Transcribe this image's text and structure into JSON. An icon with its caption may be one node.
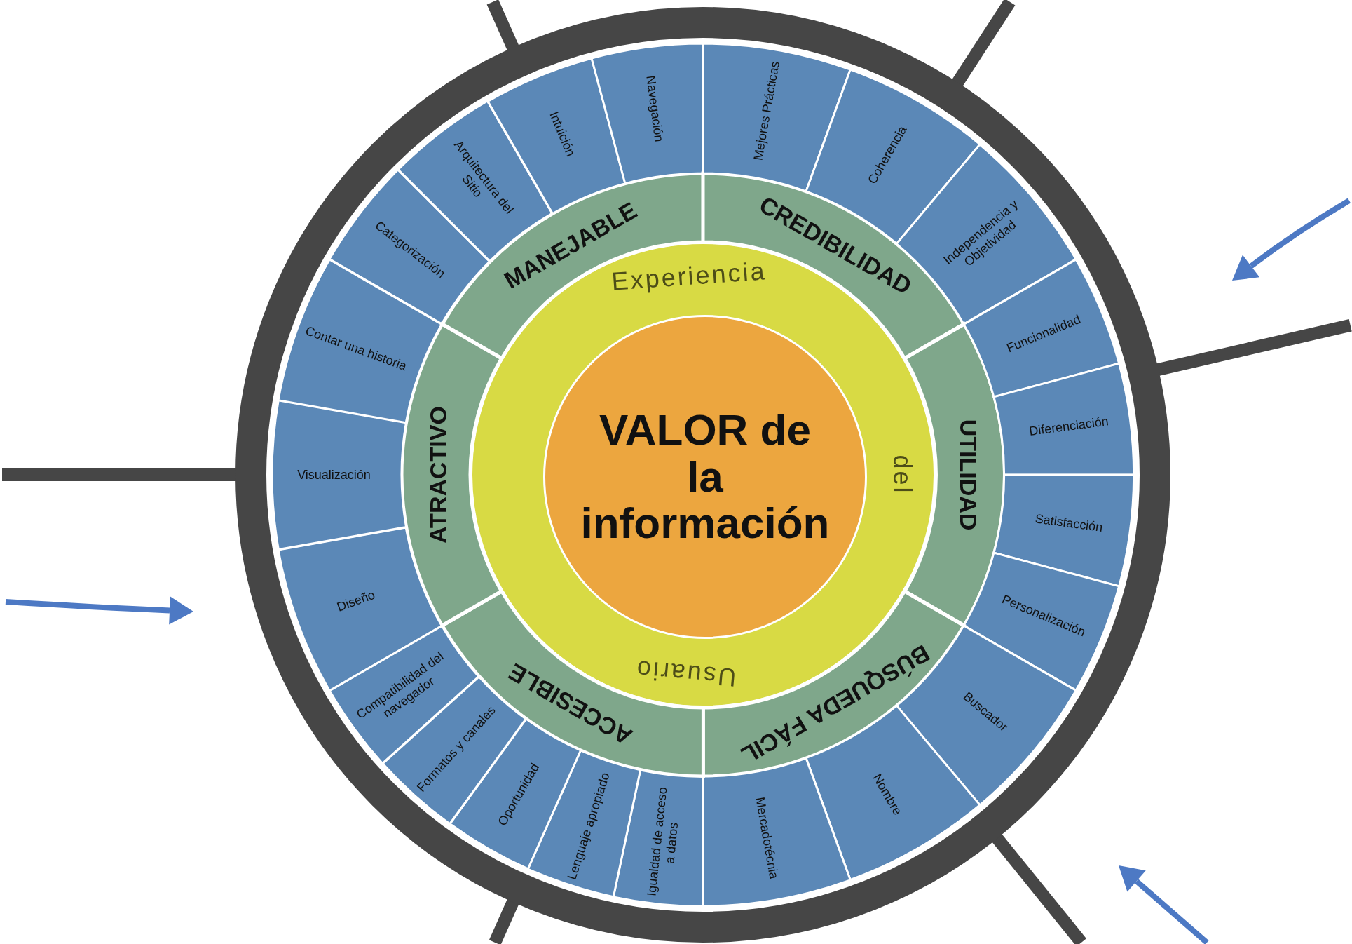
{
  "diagram": {
    "nodes": [
      {
        "text": [
          "Experiencia",
          "del",
          "Usuario"
        ]
      },
      {
        "text": [
          "VALOR de la información"
        ],
        "in": 0
      },
      {
        "text": [
          "MANEJABLE"
        ]
      },
      {
        "text": [
          "Categorización"
        ]
      },
      {
        "text": [
          "Arquitectura del Sitio"
        ]
      },
      {
        "text": [
          "Intuición"
        ]
      },
      {
        "text": [
          "Navegación"
        ]
      },
      {
        "text": [
          "CREDIBILIDAD"
        ]
      },
      {
        "text": [
          "Mejores Prácticas"
        ]
      },
      {
        "text": [
          "Coherencia"
        ]
      },
      {
        "text": [
          "Independencia y Objetividad"
        ]
      },
      {
        "text": [
          "UTILIDAD"
        ]
      },
      {
        "text": [
          "Funcionalidad"
        ]
      },
      {
        "text": [
          "Diferenciación"
        ]
      },
      {
        "text": [
          "Satisfacción"
        ]
      },
      {
        "text": [
          "Personalización"
        ]
      },
      {
        "text": [
          "BÚSQUEDA FÁCIL"
        ]
      },
      {
        "text": [
          "Buscador"
        ]
      },
      {
        "text": [
          "Nombre"
        ]
      },
      {
        "text": [
          "Mercadotécnia"
        ]
      },
      {
        "text": [
          "ACCESIBLE"
        ]
      },
      {
        "text": [
          "Igualdad de acceso a datos"
        ]
      },
      {
        "text": [
          "Lenguaje apropiado"
        ]
      },
      {
        "text": [
          "Oportunidad"
        ]
      },
      {
        "text": [
          "Formatos y canales"
        ]
      },
      {
        "text": [
          "Compatibilidad del navegador"
        ]
      },
      {
        "text": [
          "ATRACTIVO"
        ]
      },
      {
        "text": [
          "Diseño"
        ]
      },
      {
        "text": [
          "Visualización"
        ]
      },
      {
        "text": [
          "Contar una historia"
        ]
      }
    ]
  }
}
